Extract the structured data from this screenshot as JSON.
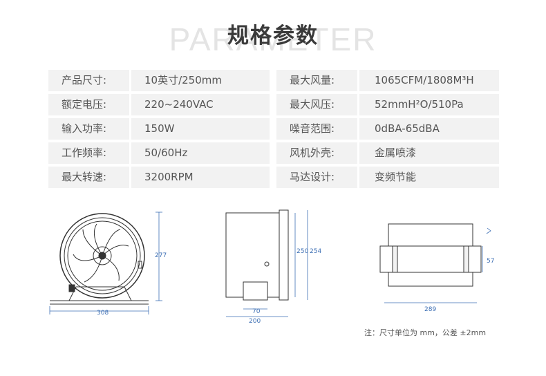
{
  "header": {
    "bg_word": "PARAMETER",
    "title": "规格参数"
  },
  "specs": [
    {
      "left_label": "产品尺寸:",
      "left_value": "10英寸/250mm",
      "right_label": "最大风量:",
      "right_value": "1065CFM/1808M³H"
    },
    {
      "left_label": "额定电压:",
      "left_value": "220~240VAC",
      "right_label": "最大风压:",
      "right_value": "52mmH²O/510Pa"
    },
    {
      "left_label": "输入功率:",
      "left_value": "150W",
      "right_label": "噪音范围:",
      "right_value": "0dBA-65dBA"
    },
    {
      "left_label": "工作频率:",
      "left_value": "50/60Hz",
      "right_label": "风机外壳:",
      "right_value": "金属喷漆"
    },
    {
      "left_label": "最大转速:",
      "left_value": "3200RPM",
      "right_label": "马达设计:",
      "right_value": "变频节能"
    }
  ],
  "dimensions": {
    "front_height": "277",
    "front_width": "308",
    "side_inner_height": "250",
    "side_outer_height": "254",
    "side_flange_width": "70",
    "side_total_width": "200",
    "top_width": "289",
    "top_height": "57"
  },
  "note": "注：尺寸单位为 mm，公差 ±2mm",
  "colors": {
    "dimension_line": "#3d6fb4",
    "cell_background": "#f2f2f2",
    "title": "#3a3a3a"
  }
}
